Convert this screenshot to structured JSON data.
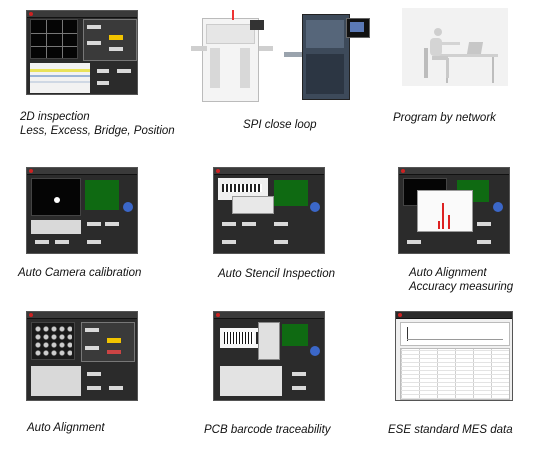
{
  "captions": [
    {
      "lines": [
        "2D inspection",
        "Less, Excess, Bridge, Position"
      ]
    },
    {
      "lines": [
        "SPI close loop"
      ]
    },
    {
      "lines": [
        "Program  by network"
      ]
    },
    {
      "lines": [
        "Auto Camera calibration"
      ]
    },
    {
      "lines": [
        "Auto Stencil  Inspection"
      ]
    },
    {
      "lines": [
        "Auto Alignment",
        "Accuracy measuring"
      ]
    },
    {
      "lines": [
        "Auto Alignment"
      ]
    },
    {
      "lines": [
        "PCB barcode traceability"
      ]
    },
    {
      "lines": [
        "ESE standard MES data"
      ]
    }
  ],
  "colors": {
    "screen_bg": "#2b2b2b",
    "screen_green": "#0f6a12",
    "accent_yellow": "#f2c400",
    "nav_blue": "#3b67c8",
    "machine_white": "#f4f4f4",
    "machine_dark": "#3d4a5a"
  }
}
